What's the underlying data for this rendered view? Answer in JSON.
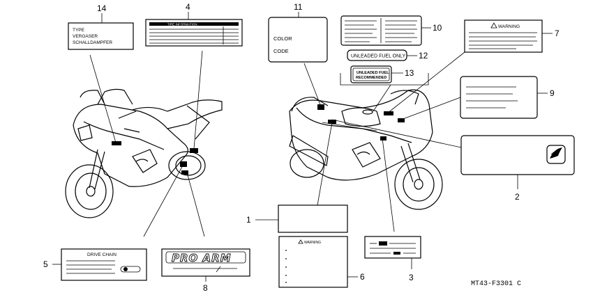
{
  "callouts": {
    "c1": "1",
    "c2": "2",
    "c3": "3",
    "c4": "4",
    "c5": "5",
    "c6": "6",
    "c7": "7",
    "c8": "8",
    "c9": "9",
    "c10": "10",
    "c11": "11",
    "c12": "12",
    "c13": "13",
    "c14": "14"
  },
  "labels": {
    "type_label": [
      "TYPE",
      "VERGASER",
      "SCHALLDAMPFER"
    ],
    "color_label": [
      "COLOR",
      "CODE"
    ],
    "unleaded_only": "UNLEADED FUEL ONLY",
    "unleaded_recommended": [
      "UNLEADED FUEL",
      "RECOMMENDED"
    ],
    "warning": "WARNING",
    "drive_chain": "DRIVE CHAIN",
    "pro_arm": "PRO ARM",
    "tire_info": "TIRE INFORMATION"
  },
  "diagram_code": "MT43-F3301 C"
}
